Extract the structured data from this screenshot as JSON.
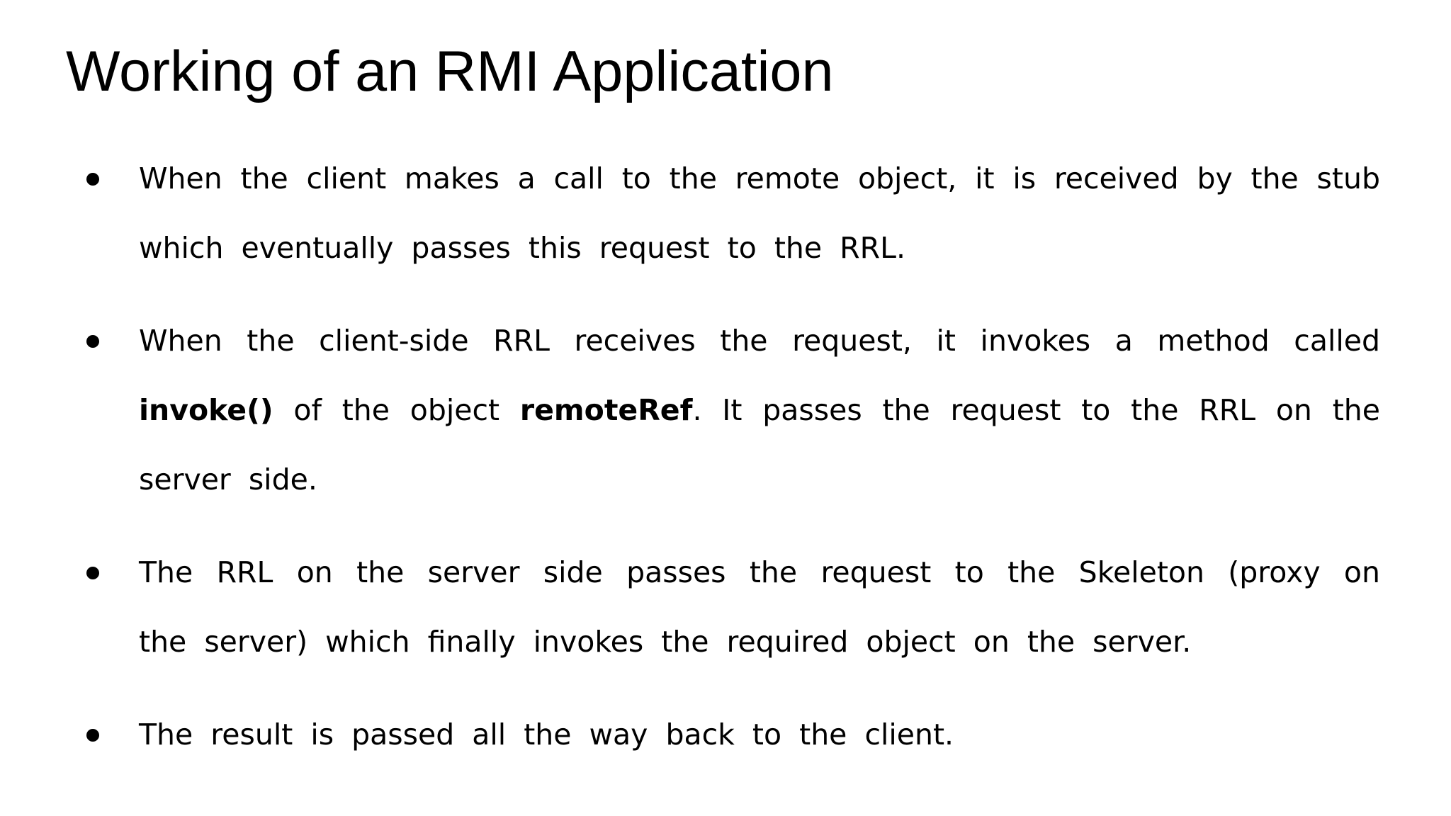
{
  "slide": {
    "title": "Working of an RMI Application",
    "background_color": "#ffffff",
    "text_color": "#000000",
    "bullet_marker": {
      "icon": "filled-circle-bullet",
      "glyph": "●",
      "color": "#000000"
    },
    "bullets": [
      {
        "lines": [
          {
            "justify": true,
            "segments": [
              {
                "text": "When the client makes a call to the remote object, it is received by the stub",
                "bold": false
              }
            ]
          },
          {
            "justify": false,
            "segments": [
              {
                "text": "which eventually passes this request to the RRL.",
                "bold": false
              }
            ]
          }
        ]
      },
      {
        "lines": [
          {
            "justify": true,
            "segments": [
              {
                "text": "When the client-side RRL receives the request, it invokes a method called",
                "bold": false
              }
            ]
          },
          {
            "justify": true,
            "segments": [
              {
                "text": "invoke()",
                "bold": true
              },
              {
                "text": " of the object ",
                "bold": false
              },
              {
                "text": "remoteRef",
                "bold": true
              },
              {
                "text": ". It passes the request to the RRL on the",
                "bold": false
              }
            ]
          },
          {
            "justify": false,
            "segments": [
              {
                "text": "server side.",
                "bold": false
              }
            ]
          }
        ]
      },
      {
        "lines": [
          {
            "justify": true,
            "segments": [
              {
                "text": "The RRL on the server side passes the request to the Skeleton (proxy on",
                "bold": false
              }
            ]
          },
          {
            "justify": false,
            "segments": [
              {
                "text": "the server) which finally invokes the required object on the server.",
                "bold": false
              }
            ]
          }
        ]
      },
      {
        "lines": [
          {
            "justify": false,
            "segments": [
              {
                "text": "The result is passed all the way back to the client.",
                "bold": false
              }
            ]
          }
        ]
      }
    ]
  }
}
